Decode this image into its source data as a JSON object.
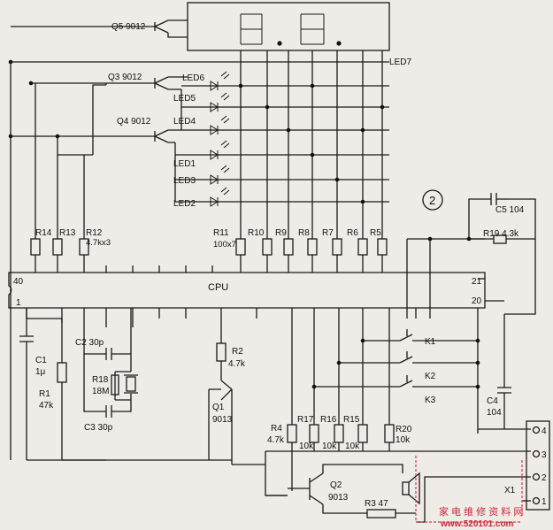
{
  "transistors": {
    "q5": "Q5  9012",
    "q3": "Q3  9012",
    "q4": "Q4  9012",
    "q1_name": "Q1",
    "q1_type": "9013",
    "q2_name": "Q2",
    "q2_type": "9013"
  },
  "leds": {
    "led6": "LED6",
    "led5": "LED5",
    "led4": "LED4",
    "led1": "LED1",
    "led3": "LED3",
    "led2": "LED2",
    "led7": "LED7"
  },
  "resistors": {
    "r14": "R14",
    "r13": "R13",
    "r12": "R12",
    "r12_val": "4.7kx3",
    "r11": "R11",
    "r11_val": "100x7",
    "r10": "R10",
    "r9": "R9",
    "r8": "R8",
    "r7": "R7",
    "r6": "R6",
    "r5": "R5",
    "r19": "R19  4.3k",
    "r18": "R18",
    "r18_val": "18M",
    "r1": "R1",
    "r1_val": "47k",
    "r2": "R2",
    "r2_val": "4.7k",
    "r4": "R4",
    "r4_val": "4.7k",
    "r17": "R17",
    "r17_val": "10k",
    "r16": "R16",
    "r16_val": "10k",
    "r15": "R15",
    "r15_val": "10k",
    "r20": "R20",
    "r20_val": "10k",
    "r3": "R3  47"
  },
  "capacitors": {
    "c5": "C5  104",
    "c2": "C2  30p",
    "c3": "C3  30p",
    "c1": "C1",
    "c1_val": "1μ",
    "c4": "C4",
    "c4_val": "104"
  },
  "chip": {
    "name": "CPU",
    "pin40": "40",
    "pin1": "1",
    "pin21": "21",
    "pin20": "20"
  },
  "keys": {
    "k1": "K1",
    "k2": "K2",
    "k3": "K3"
  },
  "connector": {
    "name": "X1",
    "p4": "4",
    "p3": "3",
    "p2": "2",
    "p1": "1"
  },
  "figure_number": "2",
  "watermark": {
    "line1": "家 电 维 修 资 料 网",
    "line2": "www.520101.com"
  }
}
